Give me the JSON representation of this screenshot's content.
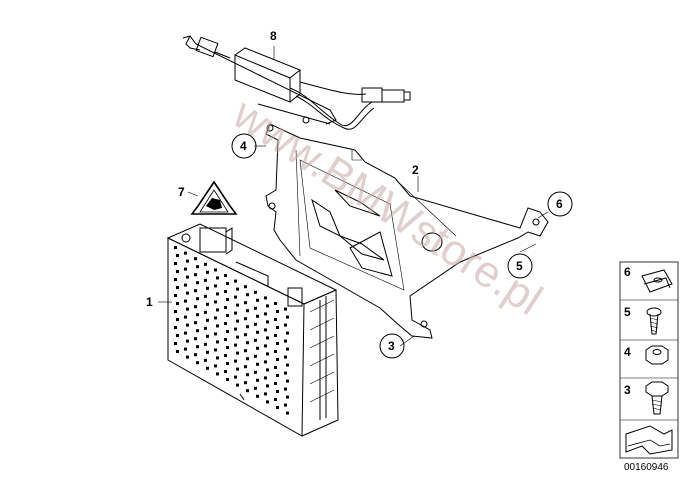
{
  "watermark": "www.BMWstore.pl",
  "diagram_number": "00160946",
  "callouts": {
    "c1": "1",
    "c2": "2",
    "c3": "3",
    "c4": "4",
    "c5": "5",
    "c6": "6",
    "c7": "7",
    "c8": "8"
  },
  "legend": {
    "l6": "6",
    "l5": "5",
    "l4": "4",
    "l3": "3"
  }
}
